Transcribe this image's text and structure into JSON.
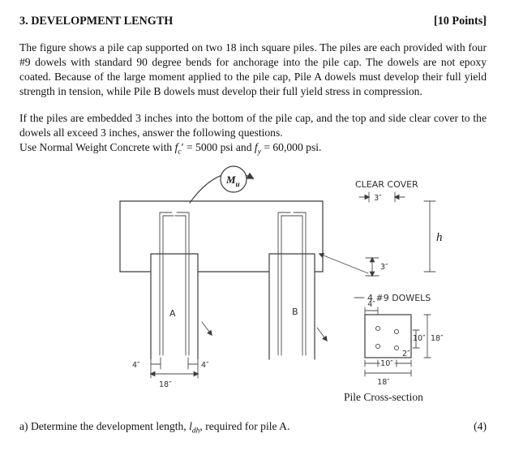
{
  "header": {
    "title": "3.  DEVELOPMENT LENGTH",
    "points": "[10 Points]"
  },
  "paragraphs": {
    "p1": "The figure shows a pile cap supported on two 18 inch square piles. The piles are each provided with four #9 dowels with standard 90 degree bends for anchorage into the pile cap. The dowels are not epoxy coated. Because of the large moment applied to the pile cap, Pile A dowels must develop their full yield strength in tension, while Pile B dowels must develop their full yield stress in compression.",
    "p2": "If the piles are embedded 3 inches into the bottom of the pile cap, and the top and side clear cover to the dowels all exceed 3 inches, answer the following questions."
  },
  "concrete": {
    "prefix": "Use Normal Weight Concrete with ",
    "fc_base": "f",
    "fc_sub": "c",
    "fc_mid": "′ = 5000 psi and ",
    "fy_base": "f",
    "fy_sub": "y",
    "suffix": " = 60,000 psi."
  },
  "figure": {
    "moment_base": "M",
    "moment_sub": "u",
    "clear_cover_label": "CLEAR COVER",
    "clear_cover_dim": "3″",
    "cap_depth_label": "h",
    "embed_dim": "3″",
    "dowels_note": "4 #9 DOWELS",
    "pile_a_label": "A",
    "pile_b_label": "B",
    "pile_a_dim_left": "4″",
    "pile_a_dim_right": "4″",
    "pile_a_width_dim": "18″",
    "cross_section": {
      "top_dim": "4″",
      "right_spacing_dim": "10″",
      "right_total_dim": "18″",
      "corner_dim": "2″",
      "bottom_spacing_dim": "10″",
      "bottom_total_dim": "18″",
      "caption": "Pile Cross-section"
    }
  },
  "question": {
    "prefix": "a)  Determine the development length, ",
    "symbol_base": "l",
    "symbol_sub": "dh",
    "suffix": ", required for pile A.",
    "points": "(4)"
  }
}
